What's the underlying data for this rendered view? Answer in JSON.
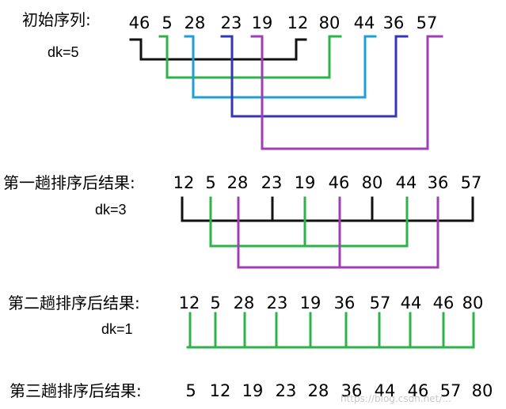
{
  "colors": {
    "black": "#111111",
    "green": "#2eb34a",
    "cyan": "#1e9fd8",
    "blue": "#3535b8",
    "purple": "#a03fb5"
  },
  "rows": [
    {
      "label": "初始序列:",
      "values": [
        "46",
        "5",
        "28",
        "23",
        "19",
        "12",
        "80",
        "44",
        "36",
        "57"
      ],
      "dk": "dk=5"
    },
    {
      "label": "第一趟排序后结果:",
      "values": [
        "12",
        "5",
        "28",
        "23",
        "19",
        "46",
        "80",
        "44",
        "36",
        "57"
      ],
      "dk": "dk=3"
    },
    {
      "label": "第二趟排序后结果:",
      "values": [
        "12",
        "5",
        "28",
        "23",
        "19",
        "36",
        "57",
        "44",
        "46",
        "80"
      ],
      "dk": "dk=1"
    },
    {
      "label": "第三趟排序后结果:",
      "values": [
        "5",
        "12",
        "19",
        "23",
        "28",
        "36",
        "44",
        "46",
        "57",
        "80"
      ]
    }
  ],
  "watermark": "https://blog.csdn.net/..."
}
